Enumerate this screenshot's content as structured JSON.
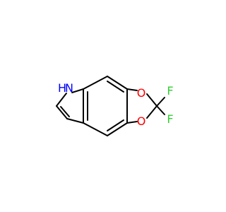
{
  "molecule": {
    "atoms": {
      "nitrogen": {
        "label": "N",
        "h": "H"
      },
      "oxygen_top": {
        "label": "O"
      },
      "oxygen_bottom": {
        "label": "O"
      },
      "fluorine_top": {
        "label": "F"
      },
      "fluorine_bottom": {
        "label": "F"
      }
    }
  },
  "colors": {
    "bond": "#000000",
    "N": "#0000ff",
    "O": "#ff0000",
    "F": "#33cc33",
    "background": "#ffffff"
  }
}
